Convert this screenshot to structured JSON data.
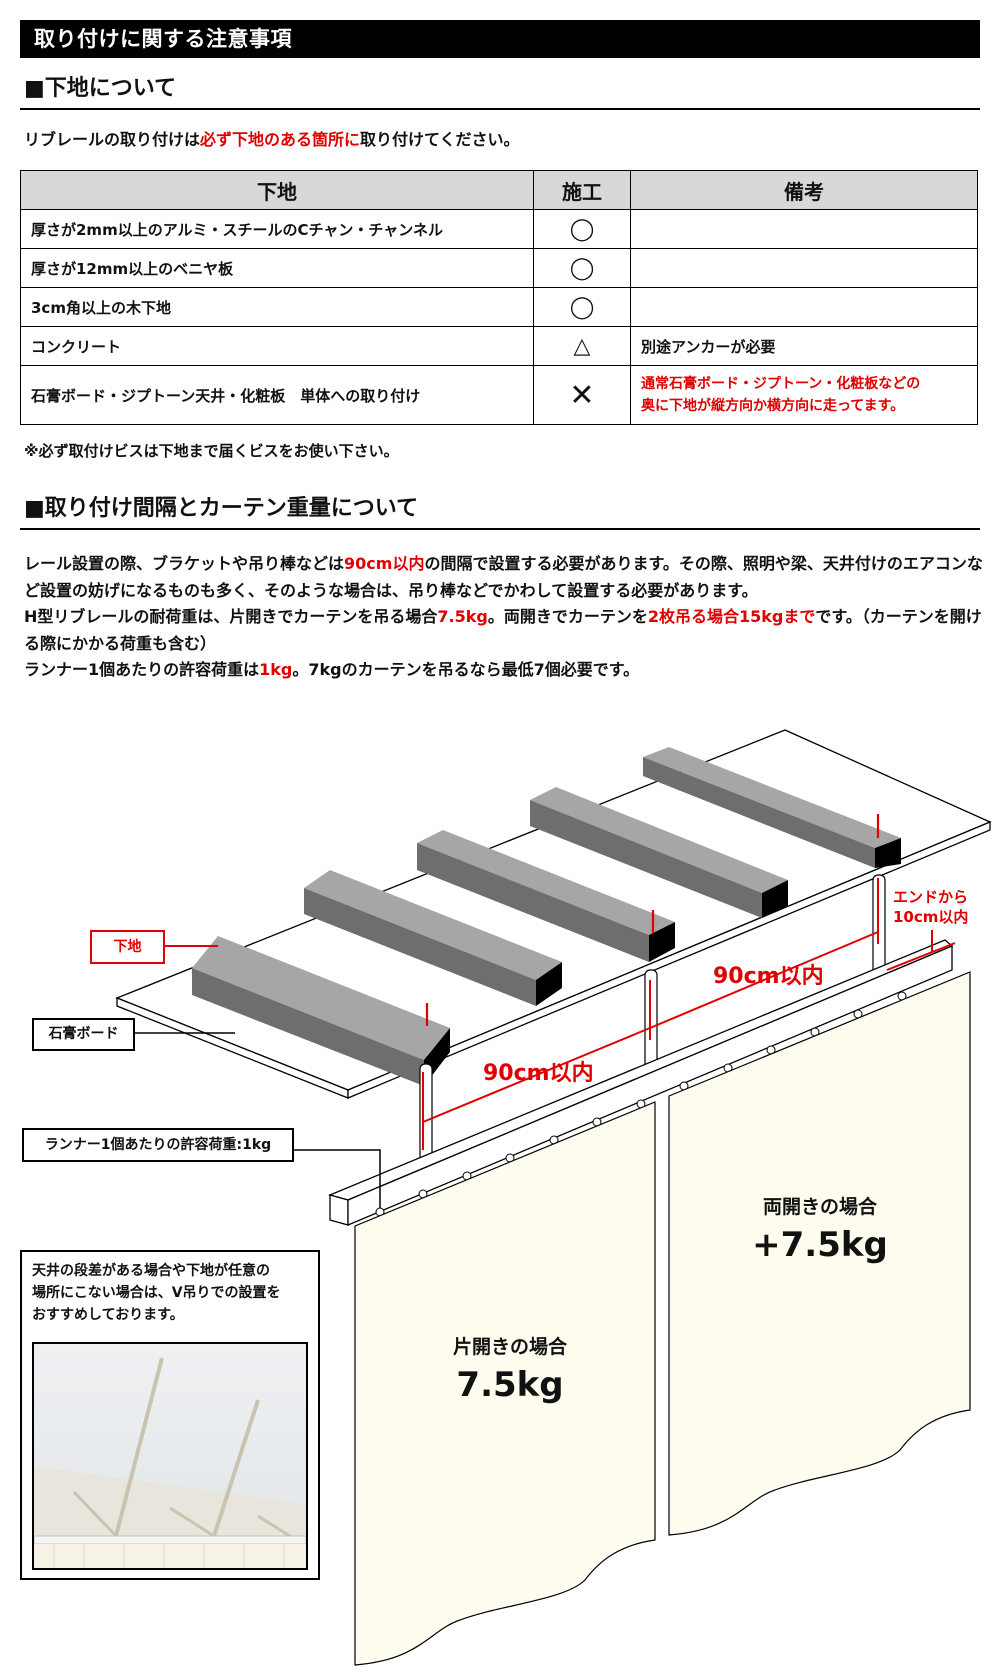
{
  "header": {
    "title": "取り付けに関する注意事項"
  },
  "section1": {
    "heading": "■下地について",
    "intro": {
      "before": "リブレールの取り付けは",
      "highlight": "必ず下地のある箇所に",
      "after": "取り付けてください。"
    },
    "table": {
      "columns": [
        "下地",
        "施工",
        "備考"
      ],
      "rows": [
        {
          "base": "厚さが2mm以上のアルミ・スチールのCチャン・チャンネル",
          "mark": "◯",
          "note": ""
        },
        {
          "base": "厚さが12mm以上のベニヤ板",
          "mark": "◯",
          "note": ""
        },
        {
          "base": "3cm角以上の木下地",
          "mark": "◯",
          "note": ""
        },
        {
          "base": "コンクリート",
          "mark": "△",
          "note": "別途アンカーが必要"
        },
        {
          "base": "石膏ボード・ジプトーン天井・化粧板　単体への取り付け",
          "mark": "✕",
          "note_red_line1": "通常石膏ボード・ジプトーン・化粧板などの",
          "note_red_line2": "奥に下地が縦方向か横方向に走ってます。"
        }
      ]
    },
    "footnote": "※必ず取付けビスは下地まで届くビスをお使い下さい。"
  },
  "section2": {
    "heading": "■取り付け間隔とカーテン重量について",
    "paragraph": {
      "p1_a": "レール設置の際、ブラケットや吊り棒などは",
      "p1_red": "90cm以内",
      "p1_b": "の間隔で設置する必要があります。その際、照明や梁、天井付けのエアコンなど設置の妨げになるものも多く、そのような場合は、吊り棒などでかわして設置する必要があります。",
      "p2_a": "H型リブレールの耐荷重は、片開きでカーテンを吊る場合",
      "p2_red1": "7.5kg",
      "p2_b": "。両開きでカーテンを",
      "p2_red2": "2枚吊る場合15kgまで",
      "p2_c": "です。（カーテンを開ける際にかかる荷重も含む）",
      "p3_a": "ランナー1個あたりの許容荷重は",
      "p3_red": "1kg",
      "p3_b": "。7kgのカーテンを吊るなら最低7個必要です。"
    }
  },
  "diagram": {
    "labels": {
      "base": "下地",
      "gypsum_board": "石膏ボード",
      "runner_load": "ランナー1個あたりの許容荷重:1kg",
      "spacing_upper": "90cm以内",
      "spacing_lower": "90cm以内",
      "end_line1": "エンドから",
      "end_line2": "10cm以内"
    },
    "curtains": {
      "single": {
        "caption": "片開きの場合",
        "weight": "7.5kg"
      },
      "double": {
        "caption": "両開きの場合",
        "weight": "+7.5kg"
      }
    },
    "v_hanging_note": {
      "line1": "天井の段差がある場合や下地が任意の",
      "line2": "場所にこない場合は、V吊りでの設置を",
      "line3": "おすすめしております。"
    }
  },
  "colors": {
    "accent_red": "#e00000",
    "header_bg": "#000000",
    "table_header_bg": "#d8d8d8",
    "joist_top": "#a6a6a6",
    "joist_side": "#6e6e6e",
    "curtain_fill": "#fdfcee"
  }
}
